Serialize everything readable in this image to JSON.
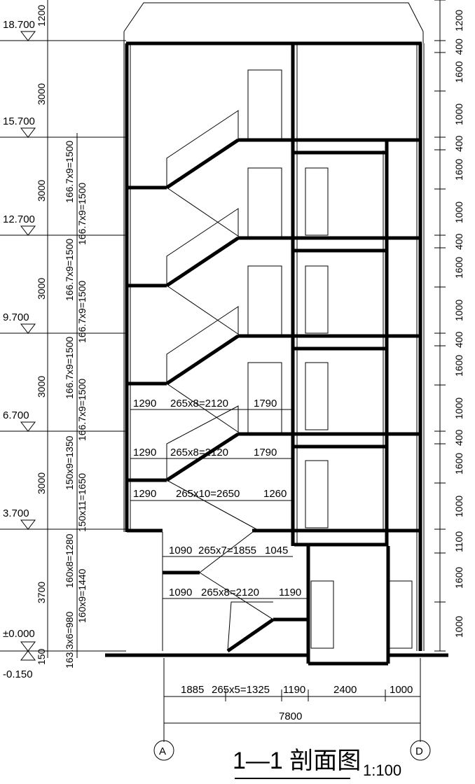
{
  "title": {
    "main": "1—1 剖面图",
    "scale": "1:100"
  },
  "axes": {
    "left": "A",
    "right": "D"
  },
  "elevations": [
    "18.700",
    "15.700",
    "12.700",
    "9.700",
    "6.700",
    "3.700",
    "±0.000",
    "-0.150"
  ],
  "left_storey_dims": [
    "1200",
    "3000",
    "3000",
    "3000",
    "3000",
    "3000",
    "3700",
    "150"
  ],
  "stair_risers": [
    "166.7x9=1500",
    "166.7x9=1500",
    "166.7x9=1500",
    "166.7x9=1500",
    "166.7x9=1500",
    "166.7x9=1500",
    "150x9=1350",
    "150x11=1650",
    "160x8=1280",
    "160x9=1440",
    "163.3x6=980"
  ],
  "right_dims": [
    "1200",
    "400",
    "1600",
    "1000",
    "400",
    "1600",
    "1000",
    "400",
    "1600",
    "1000",
    "400",
    "1600",
    "1000",
    "400",
    "1600",
    "1000",
    "1100",
    "1600",
    "1000"
  ],
  "landing_dims": [
    {
      "a": "1290",
      "b": "265x8=2120",
      "c": "1790"
    },
    {
      "a": "1290",
      "b": "265x8=2120",
      "c": "1790"
    },
    {
      "a": "1290",
      "b": "265x10=2650",
      "c": "1260"
    },
    {
      "a": "1090",
      "b": "265x7=1855",
      "c": "1045"
    },
    {
      "a": "1090",
      "b": "265x8=2120",
      "c": "1190"
    }
  ],
  "bottom_dims": [
    "1885",
    "265x5=1325",
    "1190",
    "2400",
    "1000"
  ],
  "total_dim": "7800"
}
